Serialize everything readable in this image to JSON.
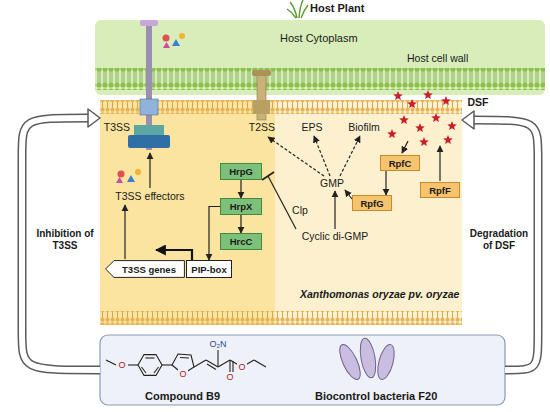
{
  "diagram": {
    "nodes": [
      {
        "text": [
          "Host Plant",
          "Host Cytoplasm",
          "Host cell wall"
        ]
      },
      {
        "text": [
          "Xanthomonas oryzae pv. oryzae"
        ]
      },
      {
        "text": [
          "HrpG"
        ],
        "in": 1
      },
      {
        "text": [
          "HrpX"
        ],
        "in": 1
      },
      {
        "text": [
          "HrcC"
        ],
        "in": 1
      },
      {
        "text": [
          "T3SS genes"
        ],
        "in": 1
      },
      {
        "text": [
          "PIP-box"
        ],
        "in": 1
      },
      {
        "text": [
          "RpfC"
        ],
        "in": 1
      },
      {
        "text": [
          "RpfG"
        ],
        "in": 1
      },
      {
        "text": [
          "RpfF"
        ],
        "in": 1
      },
      {
        "text": [
          "Compound B9",
          "Biocontrol bacteria F20"
        ]
      }
    ],
    "edges": [
      {
        "from": 2,
        "to": 3,
        "arrow": "to"
      },
      {
        "from": 3,
        "to": 4,
        "arrow": "to"
      },
      {
        "from": 3,
        "to": 6,
        "arrow": "to"
      },
      {
        "from": 7,
        "to": 8,
        "arrow": "to"
      },
      {
        "from": 10,
        "to": 1,
        "label": "Inhibition of T3SS",
        "arrow": "to"
      },
      {
        "from": 10,
        "to": 1,
        "label": "Degradation of DSF",
        "arrow": "to"
      }
    ],
    "labels": [
      "T3SS",
      "T3SS effectors",
      "T2SS",
      "EPS",
      "Biofilm",
      "DSF",
      "GMP",
      "Cyclic di-GMP",
      "Clp",
      "O",
      "O",
      "O₂N",
      "O",
      "O"
    ]
  }
}
